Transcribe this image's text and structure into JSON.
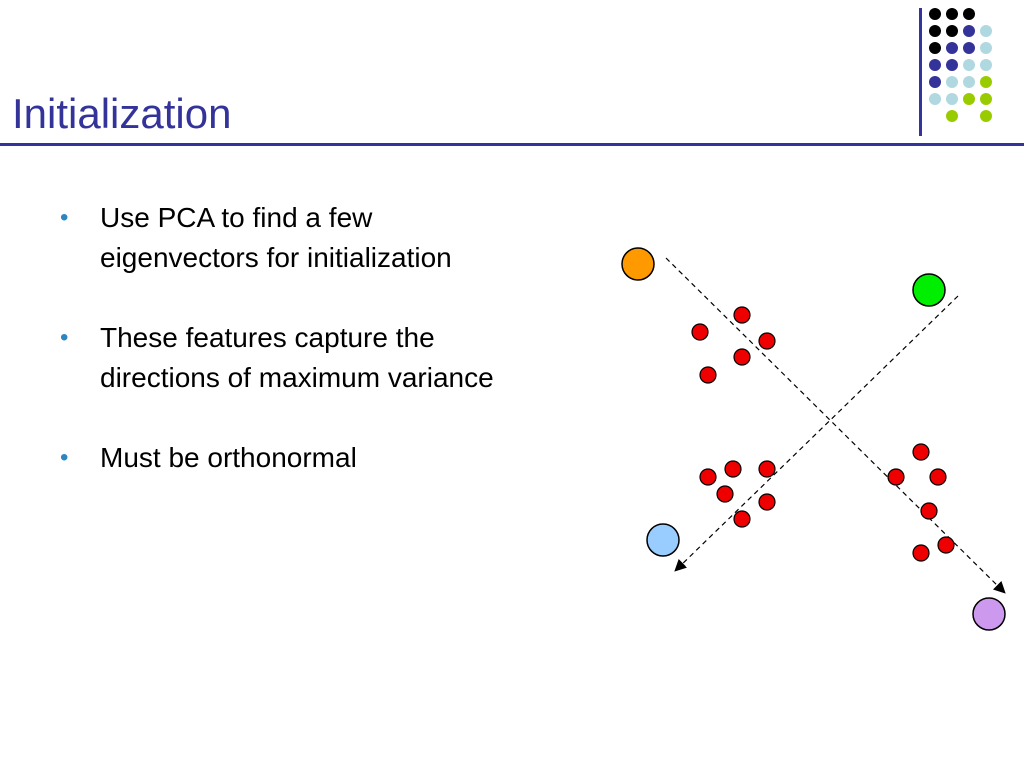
{
  "slide": {
    "title": "Initialization",
    "bullets": [
      "Use PCA to find a few eigenvectors for initialization",
      "These features capture the directions of maximum variance",
      "Must be orthonormal"
    ]
  },
  "colors": {
    "title": "#333399",
    "accent_black": "#000000",
    "accent_indigo": "#333399",
    "accent_lightblue": "#b0d8e0",
    "accent_green": "#99cc00",
    "bullet": "#2e86c1",
    "data_point": "#ee0000",
    "center_orange": "#ff9900",
    "center_green": "#00ee00",
    "center_lightblue": "#99ccff",
    "center_lavender": "#cc99ee"
  },
  "decoration": {
    "dot_grid_colors": [
      [
        "",
        "black",
        "black",
        "black",
        ""
      ],
      [
        "",
        "black",
        "black",
        "indigo",
        "lightblue"
      ],
      [
        "",
        "black",
        "indigo",
        "indigo",
        "lightblue"
      ],
      [
        "",
        "indigo",
        "indigo",
        "lightblue",
        "lightblue"
      ],
      [
        "",
        "indigo",
        "lightblue",
        "lightblue",
        "green"
      ],
      [
        "",
        "lightblue",
        "lightblue",
        "green",
        "green"
      ],
      [
        "",
        "",
        "green",
        "",
        "green"
      ]
    ]
  }
}
